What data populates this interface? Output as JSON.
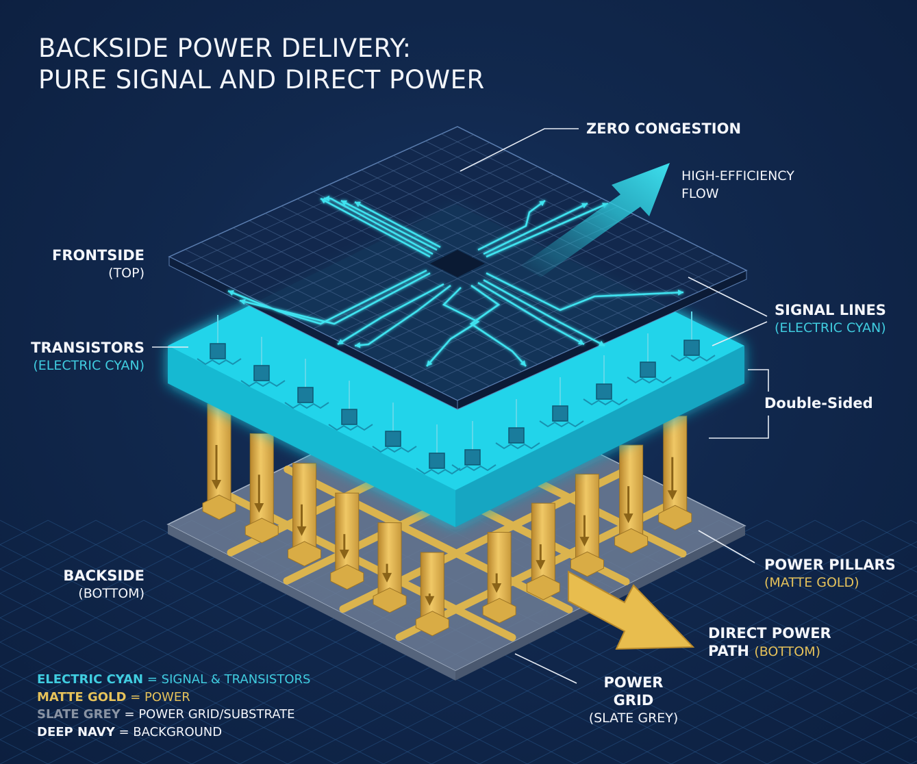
{
  "title": {
    "line1": "BACKSIDE POWER DELIVERY:",
    "line2": "PURE SIGNAL AND DIRECT POWER"
  },
  "labels": {
    "zero_congestion": "ZERO CONGESTION",
    "high_efficiency": {
      "line1": "HIGH-EFFICIENCY",
      "line2": "FLOW"
    },
    "frontside": {
      "main": "FRONTSIDE",
      "sub": "(TOP)"
    },
    "transistors": {
      "main": "TRANSISTORS",
      "sub": "(ELECTRIC CYAN)"
    },
    "signal_lines": {
      "main": "SIGNAL LINES",
      "sub": "(ELECTRIC CYAN)"
    },
    "double_sided": "Double-Sided",
    "backside": {
      "main": "BACKSIDE",
      "sub": "(BOTTOM)"
    },
    "power_pillars": {
      "main": "POWER PILLARS",
      "sub": "(MATTE GOLD)"
    },
    "direct_power_path": {
      "line1": "DIRECT POWER",
      "line2": "PATH",
      "sub": "(BOTTOM)"
    },
    "power_grid": {
      "main": "POWER GRID",
      "sub": "(SLATE GREY)"
    }
  },
  "legend": [
    {
      "key": "ELECTRIC CYAN",
      "sep": " = ",
      "value": "SIGNAL & TRANSISTORS",
      "color": "#40cde0"
    },
    {
      "key": "MATTE GOLD",
      "sep": " = ",
      "value": "POWER",
      "color": "#e6c25a"
    },
    {
      "key": "SLATE GREY",
      "sep": " = ",
      "value": "POWER GRID/SUBSTRATE",
      "color": "#8993a3"
    },
    {
      "key": "DEEP NAVY",
      "sep": " = ",
      "value": "BACKGROUND",
      "color": "#f4f6fb"
    }
  ],
  "colors": {
    "signal": "#3fe3f0",
    "transistor_layer": "#22d6ea",
    "power": "#e2b84b",
    "grid": "#7f8ea3",
    "background": "#0f2447"
  }
}
